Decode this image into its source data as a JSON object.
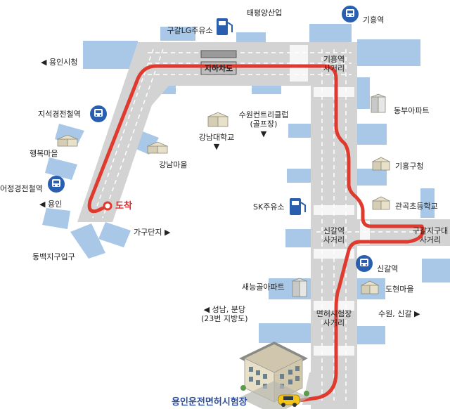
{
  "map": {
    "labels": {
      "gas_lg": "구갈LG주유소",
      "taepyeong": "태평양산업",
      "giheung_station": "기흥역",
      "yongin_city_hall": "◀ 용인시청",
      "underpass": "지하차도",
      "giheung_intersection": "기흥역\n사거리",
      "jiseok_station": "지석경전철역",
      "dongbu_apt": "동부아파트",
      "golf": "수원컨트리클럽\n(골프장)",
      "golf_arrow": "▼",
      "gangnam_univ": "강남대학교",
      "gangnam_univ_arrow": "▼",
      "haengbok": "행복마을",
      "gangnam_village": "강남마을",
      "giheung_office": "기흥구청",
      "eojeong_station": "어정경전철역",
      "sk_gas": "SK주유소",
      "gwangok_school": "관곡초등학교",
      "yongin": "◀ 용인",
      "arrival": "도착",
      "gaga": "가구단지 ▶",
      "singal_intersection": "신갈역\n사거리",
      "gugal_intersection": "구갈지구대\n사거리",
      "dongbaek": "동백지구입구",
      "singal_station": "신갈역",
      "saenunggol": "새능골아파트",
      "dohyeon": "도현마을",
      "seongnam": "◀ 성남, 분당\n(23번 지방도)",
      "exam_intersection": "면허시험장\n사거리",
      "suwon": "수원, 신갈 ▶",
      "exam_center": "용인운전면허시험장"
    },
    "colors": {
      "route": "#e03a2e",
      "road": "#cfcfcf",
      "block": "#a8c7e6",
      "subway": "#2a5fb0",
      "gas": "#2a5fb0"
    }
  }
}
